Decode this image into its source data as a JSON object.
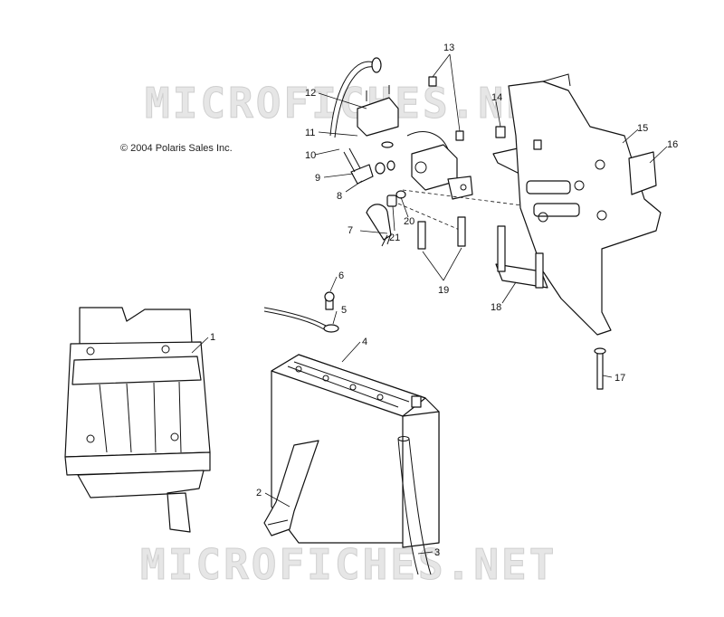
{
  "copyright": "© 2004 Polaris Sales Inc.",
  "watermark": "MICROFICHES.NET",
  "callouts": [
    "1",
    "2",
    "3",
    "4",
    "5",
    "6",
    "7",
    "8",
    "9",
    "10",
    "11",
    "12",
    "13",
    "14",
    "15",
    "16",
    "17",
    "18",
    "19",
    "20",
    "21"
  ]
}
